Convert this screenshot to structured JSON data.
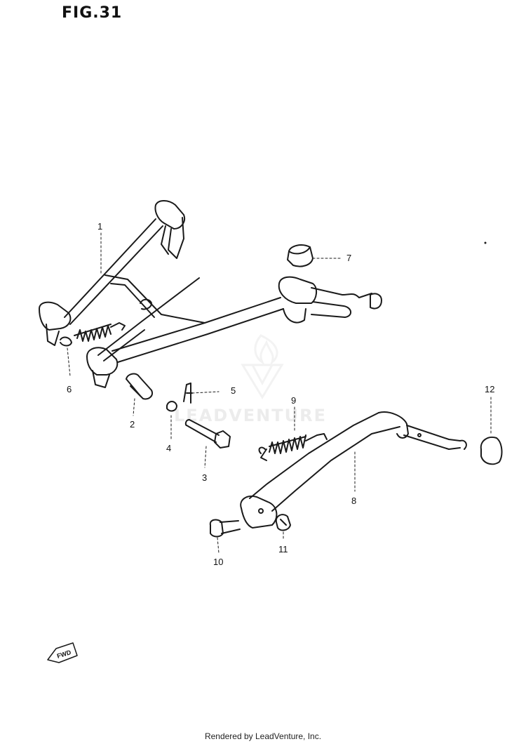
{
  "figure": {
    "title": "FIG.31",
    "fwd_label": "FWD"
  },
  "callouts": {
    "c1": "1",
    "c2": "2",
    "c3": "3",
    "c4": "4",
    "c5": "5",
    "c6": "6",
    "c7": "7",
    "c8": "8",
    "c9": "9",
    "c10": "10",
    "c11": "11",
    "c12": "12"
  },
  "watermark": {
    "text": "LEADVENTURE"
  },
  "footer": {
    "text": "Rendered by LeadVenture, Inc."
  }
}
